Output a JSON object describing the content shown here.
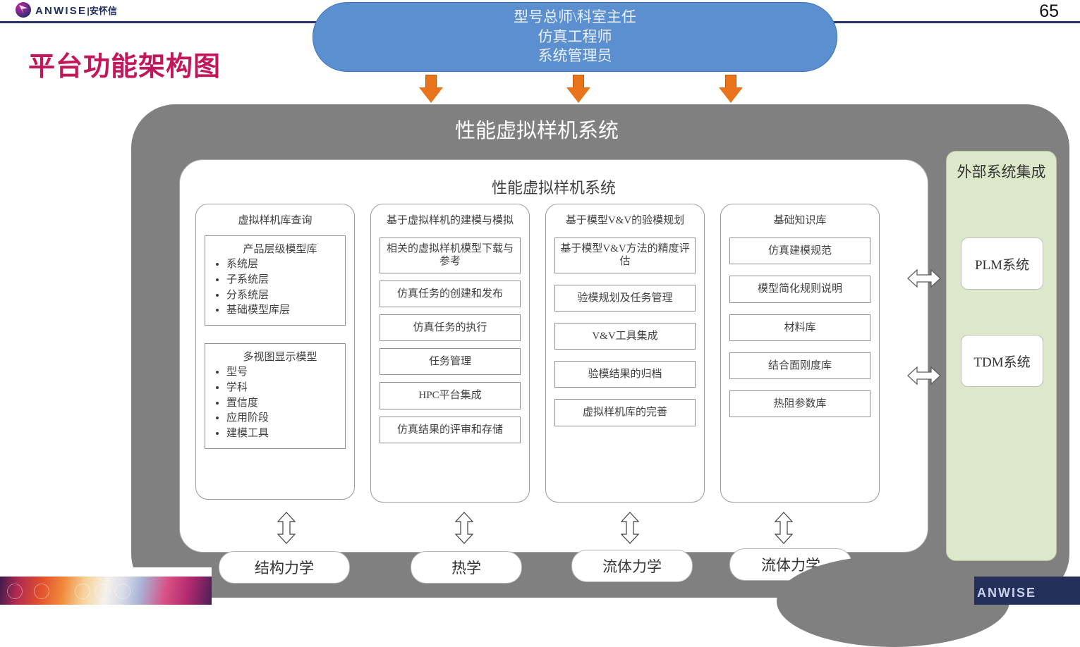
{
  "header": {
    "logo_text": "ANWISE",
    "logo_text_cn": "|安怀信",
    "logo_icon": "anwise-logo-icon",
    "page_number": "65"
  },
  "slide": {
    "title": "平台功能架构图"
  },
  "roles_banner": {
    "lines": [
      "型号总师\\科室主任",
      "仿真工程师",
      "系统管理员"
    ],
    "fill_color": "#5b8fd0",
    "text_color": "#eaf1fb"
  },
  "arrows": {
    "orange_down_count": 3,
    "orange_color": "#e8731b",
    "double_arrow_color": "#ffffff"
  },
  "outer": {
    "title": "性能虚拟样机系统",
    "fill_color": "#808080"
  },
  "inner": {
    "title": "性能虚拟样机系统",
    "fill_color": "#ffffff"
  },
  "columns": [
    {
      "title": "虚拟样机库查询",
      "lists": [
        {
          "head": "产品层级模型库",
          "items": [
            "系统层",
            "子系统层",
            "分系统层",
            "基础模型库层"
          ]
        },
        {
          "head": "多视图显示模型",
          "items": [
            "型号",
            "学科",
            "置信度",
            "应用阶段",
            "建模工具"
          ]
        }
      ]
    },
    {
      "title": "基于虚拟样机的建模与模拟",
      "boxes": [
        "相关的虚拟样机模型下载与参考",
        "仿真任务的创建和发布",
        "仿真任务的执行",
        "任务管理",
        "HPC平台集成",
        "仿真结果的评审和存储"
      ]
    },
    {
      "title": "基于模型V&V的验模规划",
      "boxes": [
        "基于模型V&V方法的精度评估",
        "验模规划及任务管理",
        "V&V工具集成",
        "验模结果的归档",
        "虚拟样机库的完善"
      ]
    },
    {
      "title": "基础知识库",
      "boxes": [
        "仿真建模规范",
        "模型简化规则说明",
        "材料库",
        "结合面刚度库",
        "热阻参数库"
      ]
    }
  ],
  "external": {
    "title": "外部系统集成",
    "fill_color": "#dde8ca",
    "systems": [
      "PLM系统",
      "TDM系统"
    ]
  },
  "disciplines": [
    "结构力学",
    "热学",
    "流体力学",
    "流体力学"
  ],
  "footer": {
    "brand_text": "ANWISE"
  }
}
